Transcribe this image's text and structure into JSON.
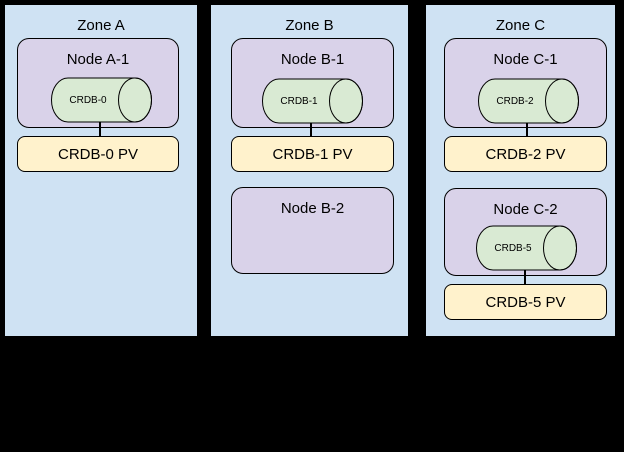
{
  "colors": {
    "background": "#000000",
    "zone_fill": "#cfe2f3",
    "node_fill": "#d9d2e9",
    "cylinder_fill": "#d9ead3",
    "pv_fill": "#fff2cc",
    "border": "#000000",
    "text": "#000000"
  },
  "zones": [
    {
      "label": "Zone A",
      "nodes": [
        {
          "label": "Node A-1",
          "cylinder": "CRDB-0",
          "pv": "CRDB-0 PV"
        }
      ]
    },
    {
      "label": "Zone B",
      "nodes": [
        {
          "label": "Node B-1",
          "cylinder": "CRDB-1",
          "pv": "CRDB-1 PV"
        },
        {
          "label": "Node B-2"
        }
      ]
    },
    {
      "label": "Zone C",
      "nodes": [
        {
          "label": "Node C-1",
          "cylinder": "CRDB-2",
          "pv": "CRDB-2 PV"
        },
        {
          "label": "Node C-2",
          "cylinder": "CRDB-5",
          "pv": "CRDB-5 PV"
        }
      ]
    }
  ]
}
